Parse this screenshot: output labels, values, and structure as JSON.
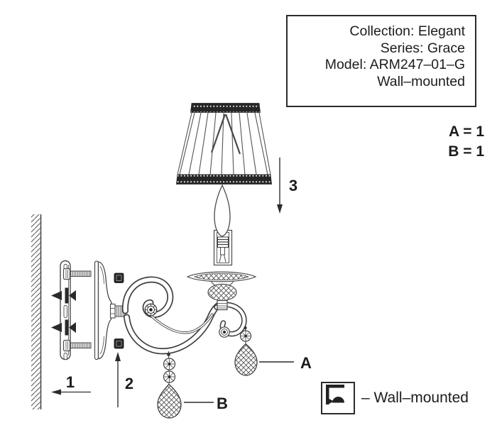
{
  "diagram": {
    "info_box": {
      "lines": [
        "Collection: Elegant",
        "Series: Grace",
        "Model: ARM247–01–G",
        "Wall–mounted"
      ]
    },
    "quantities": {
      "a": "A = 1",
      "b": "B = 1"
    },
    "steps": {
      "s1": "1",
      "s2": "2",
      "s3": "3"
    },
    "parts": {
      "a": "A",
      "b": "B"
    },
    "legend": {
      "label": "– Wall–mounted",
      "icon": "wall-sconce-icon"
    },
    "colors": {
      "line": "#4a4a4a",
      "dark": "#262626",
      "text": "#1c1c1c",
      "background": "#ffffff"
    }
  }
}
